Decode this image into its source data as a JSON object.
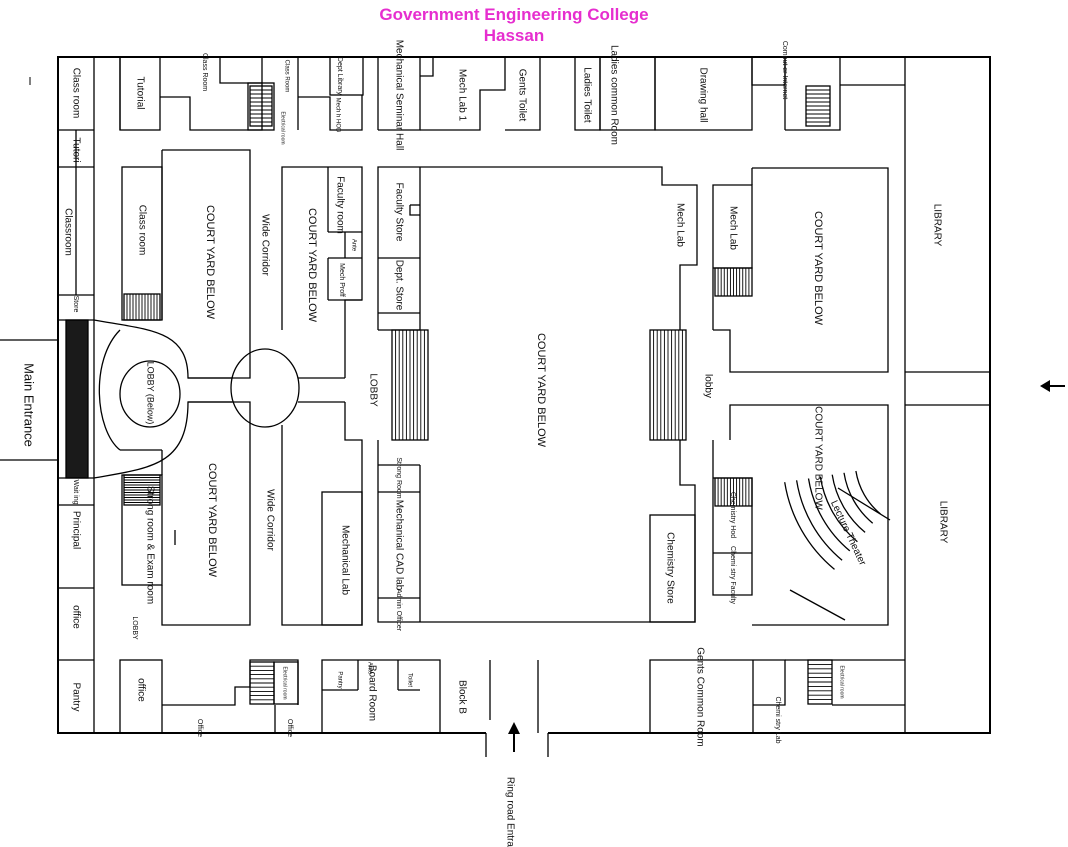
{
  "title": {
    "line1": "Government Engineering College",
    "line2": "Hassan"
  },
  "colors": {
    "title": "#e62ecf",
    "lines": "#000000",
    "background": "#ffffff"
  },
  "labels": {
    "class_room_top_left": "Class room",
    "tutorial": "Tutorial",
    "class_room_small_1": "Class Room",
    "class_room_small_2": "Class Room",
    "dept_library": "Dept Library",
    "mech_hod": "Mech h HOD",
    "electrical_room_1": "Electrical room",
    "mech_seminar": "Mechanical Seminar Hall",
    "mech_lab_1": "Mech Lab 1",
    "gents_toilet": "Gents Toilet",
    "ladies_toilet": "Ladies Toilet",
    "ladies_common_room": "Ladies common Room",
    "drawing_hall": "Drawing hall",
    "computer_internet": "Comput er Internet",
    "tutorial_left": "Tutori",
    "classroom_left": "Classroom",
    "store_left": "Store",
    "class_room_inner": "Class room",
    "court_yard_below_nw": "COURT YARD BELOW",
    "wide_corridor_1": "Wide Corridor",
    "court_yard_below_n2": "COURT YARD BELOW",
    "faculty_room": "Faculty room",
    "ante_1": "Ante",
    "mech_proff": "Mech Proff",
    "faculty_store": "Faculty Store",
    "dept_store": "Dept. Store",
    "mech_lab": "Mech Lab",
    "mech_lab_east": "Mech Lab",
    "court_yard_below_ne": "COURT YARD BELOW",
    "library_1": "LIBRARY",
    "main_entrance": "Main Entrance",
    "lobby_below": "LOBBY (Below)",
    "lobby_center": "LOBBY",
    "court_yard_below_center": "COURT YARD BELOW",
    "lobby_east": "lobby",
    "court_yard_below_se": "COURT YARD BELOW",
    "library_2": "LIBRARY",
    "waiting": "Wait ing",
    "principal": "Principal",
    "office_left": "office",
    "pantry": "Pantry",
    "strong_exam_room": "Strong room & Exam room",
    "court_yard_below_sw": "COURT YARD BELOW",
    "wide_corridor_2": "Wide Corridor",
    "mechanical_lab": "Mechanical Lab",
    "strong_room": "Strong Room",
    "mech_cad_lab": "Mechanical CAD lab",
    "admin_officer": "Admin Officer",
    "chemistry_store": "Chemistry Store",
    "chemistry_hod": "Chemistry Hod",
    "chemistry_faculty": "Chemi stry Faculty",
    "lecture_theater": "Lecture Theater",
    "lobby_sw": "LOBBY",
    "office_bottom": "office",
    "electrical_room_2": "Electrical room",
    "office_1": "Office",
    "office_2": "Office",
    "pantry_2": "Pantry",
    "ante_2": "Ante",
    "toilet": "Toilet",
    "board_room": "Board Room",
    "block_b": "Block B",
    "gents_common_room": "Gents Common Room",
    "chemistry_lab": "Chemi stry Lab",
    "electrical_room_3": "Electrical room",
    "ring_road_entrance": "Ring road Entrance"
  }
}
